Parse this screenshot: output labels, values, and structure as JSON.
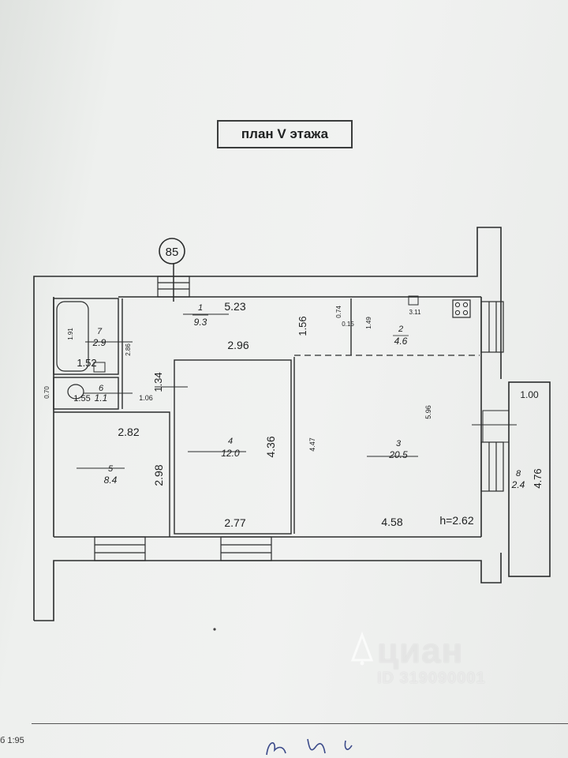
{
  "title": "план V этажа",
  "axis_label": "85",
  "scale": "б 1:95",
  "height_note": "h=2.62",
  "rooms": [
    {
      "id": "room-1",
      "num": "1",
      "area": "9.3"
    },
    {
      "id": "room-2",
      "num": "2",
      "area": "4.6"
    },
    {
      "id": "room-3",
      "num": "3",
      "area": "20.5"
    },
    {
      "id": "room-4",
      "num": "4",
      "area": "12.0"
    },
    {
      "id": "room-5",
      "num": "5",
      "area": "8.4"
    },
    {
      "id": "room-6",
      "num": "6",
      "area": "1.1"
    },
    {
      "id": "room-7",
      "num": "7",
      "area": "2.9"
    },
    {
      "id": "room-8",
      "num": "8",
      "area": "2.4"
    }
  ],
  "dimensions": {
    "d_5_23": "5.23",
    "d_2_96": "2.96",
    "d_1_56": "1.56",
    "d_0_74": "0.74",
    "d_0_15": "0.15",
    "d_1_49": "1.49",
    "d_3_11": "3.11",
    "d_1_91": "1.91",
    "d_2_86": "2.86",
    "d_1_52": "1.52",
    "d_0_70": "0.70",
    "d_1_55": "1.55",
    "d_1_06": "1.06",
    "d_1_34": "1.34",
    "d_2_82": "2.82",
    "d_2_98": "2.98",
    "d_4_36": "4.36",
    "d_2_77": "2.77",
    "d_4_47": "4.47",
    "d_5_96": "5.96",
    "d_4_58": "4.58",
    "d_1_00": "1.00",
    "d_4_76": "4.76"
  },
  "watermark": {
    "brand": "циан",
    "id": "ID 319090001"
  }
}
